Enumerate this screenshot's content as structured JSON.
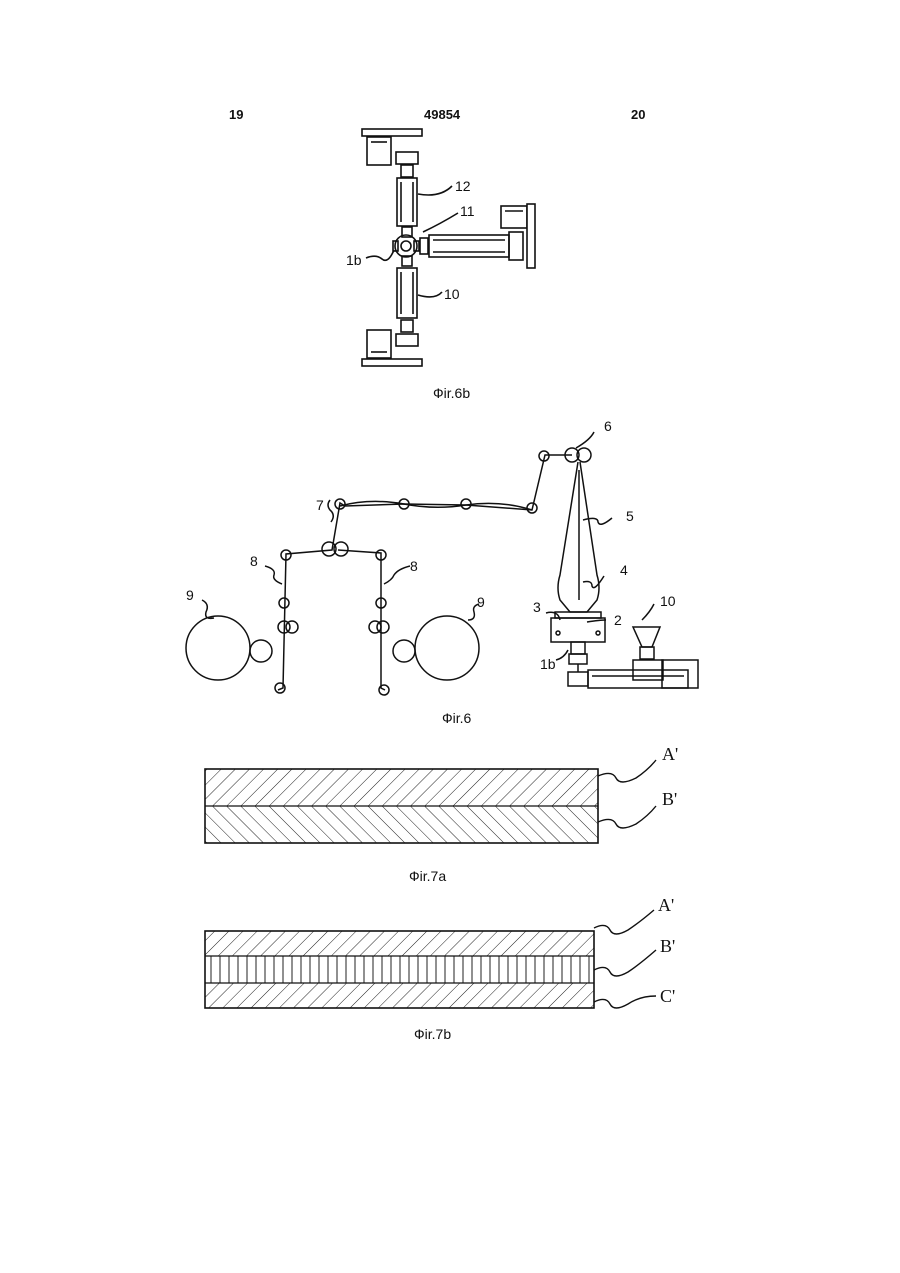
{
  "header": {
    "page_left": "19",
    "patent_number": "49854",
    "page_right": "20"
  },
  "fig6b": {
    "caption": "Фir.6b",
    "labels": {
      "l12": "12",
      "l11": "11",
      "l1b": "1b",
      "l10": "10"
    }
  },
  "fig6": {
    "caption": "Фir.6",
    "labels": {
      "l6": "6",
      "l5": "5",
      "l4": "4",
      "l3": "3",
      "l2": "2",
      "l10": "10",
      "l1b": "1b",
      "l7": "7",
      "l8a": "8",
      "l8b": "8",
      "l9a": "9",
      "l9b": "9"
    }
  },
  "fig7a": {
    "caption": "Фir.7a",
    "layers": [
      "A'",
      "B'"
    ]
  },
  "fig7b": {
    "caption": "Фir.7b",
    "layers": [
      "A'",
      "B'",
      "C'"
    ]
  }
}
